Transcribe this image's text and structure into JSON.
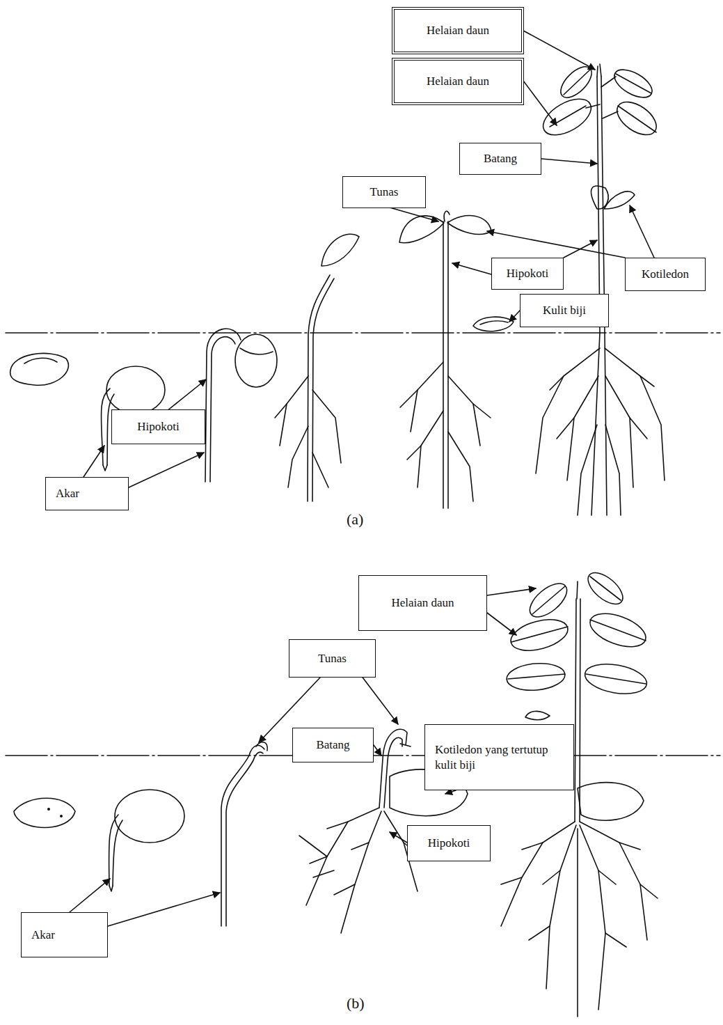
{
  "diagram": {
    "nodes": [
      {
        "text": [
          "Helaian daun"
        ]
      },
      {
        "text": [
          "Helaian daun"
        ]
      },
      {
        "text": [
          "Batang"
        ]
      },
      {
        "text": [
          "Tunas"
        ]
      },
      {
        "text": [
          "Hipokoti"
        ]
      },
      {
        "text": [
          "Kotiledon"
        ]
      },
      {
        "text": [
          "Kulit biji"
        ]
      },
      {
        "text": [
          "Hipokoti"
        ]
      },
      {
        "text": [
          "Akar"
        ]
      },
      {
        "text": [
          "Helaian daun"
        ]
      },
      {
        "text": [
          "Tunas"
        ]
      },
      {
        "text": [
          "Batang"
        ]
      },
      {
        "text": [
          "Kotiledon yang tertutup kulit biji"
        ]
      },
      {
        "text": [
          "Hipokoti"
        ]
      },
      {
        "text": [
          "Akar"
        ]
      }
    ],
    "labels": [
      "(a)",
      "(b)"
    ]
  }
}
